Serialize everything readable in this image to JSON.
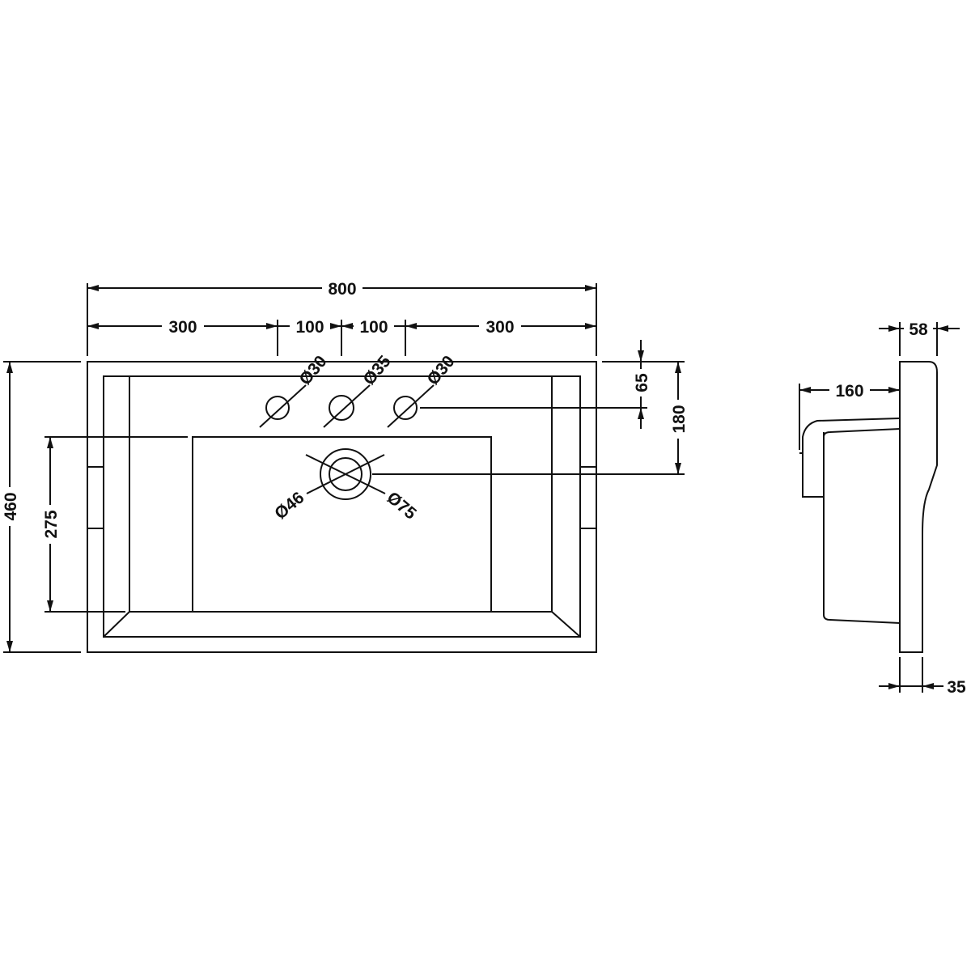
{
  "plan_view": {
    "dimensions": {
      "overall_width": "800",
      "left_offset": "300",
      "left_inner": "100",
      "right_inner": "100",
      "right_offset": "300",
      "overall_depth": "460",
      "bowl_depth": "275",
      "tap_hole_offset": "65",
      "waste_offset": "180"
    },
    "holes": {
      "left_tap_hole": "Ø30",
      "center_tap_hole": "Ø35",
      "right_tap_hole": "Ø30",
      "waste_inner": "Ø46",
      "waste_outer": "Ø75"
    }
  },
  "side_view": {
    "dimensions": {
      "rim_thickness": "58",
      "projection": "160",
      "wall_thickness": "35"
    }
  },
  "colors": {
    "line": "#111111",
    "background": "#ffffff"
  }
}
